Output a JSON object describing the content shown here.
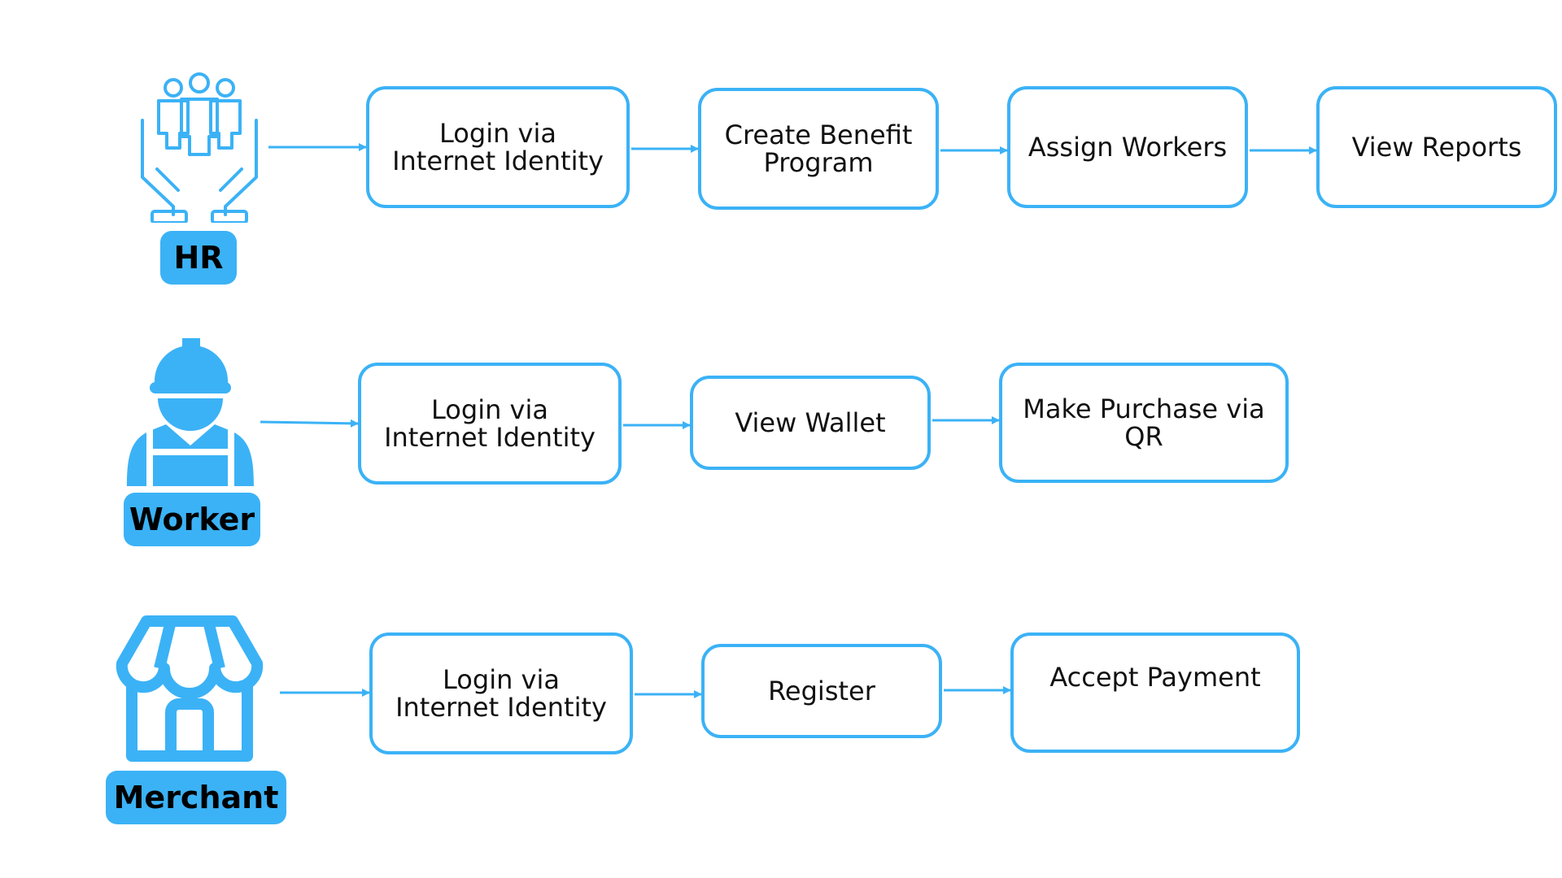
{
  "colors": {
    "accent": "#3bb2f6",
    "text": "#111111",
    "role_text": "#000000"
  },
  "lanes": [
    {
      "role": "HR",
      "icon": "hr-hands-people-icon",
      "steps": [
        "Login via\nInternet Identity",
        "Create Benefit\nProgram",
        "Assign Workers",
        "View Reports"
      ]
    },
    {
      "role": "Worker",
      "icon": "worker-hardhat-icon",
      "steps": [
        "Login via\nInternet Identity",
        "View Wallet",
        "Make Purchase via\nQR"
      ]
    },
    {
      "role": "Merchant",
      "icon": "merchant-store-icon",
      "steps": [
        "Login via\nInternet Identity",
        "Register",
        "Accept Payment"
      ]
    }
  ]
}
